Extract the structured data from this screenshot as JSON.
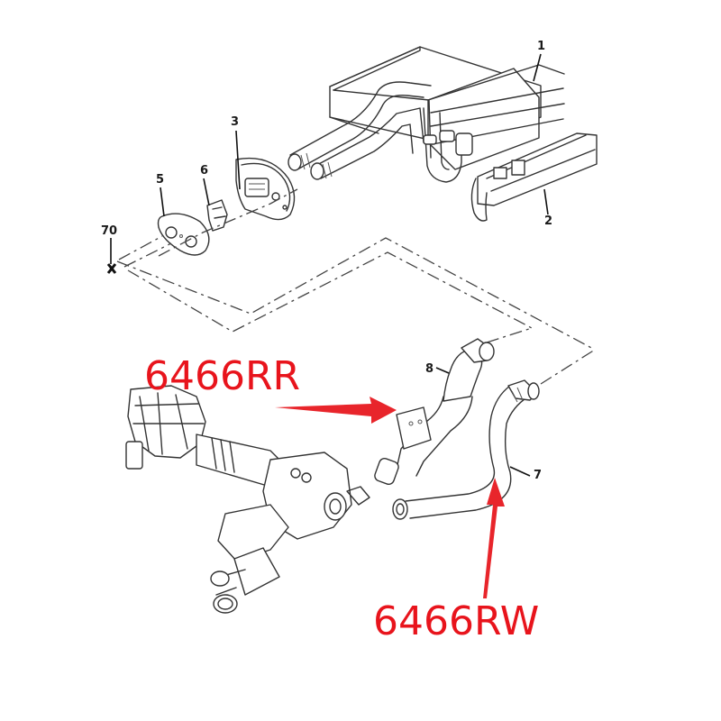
{
  "diagram": {
    "type": "exploded-parts-diagram",
    "subject": "Heater matrix and coolant hose assembly",
    "callouts": [
      {
        "id": "1",
        "label": "1",
        "part": "heater-matrix"
      },
      {
        "id": "2",
        "label": "2",
        "part": "heater-pipe-bracket"
      },
      {
        "id": "3",
        "label": "3",
        "part": "bulkhead-seal-plate"
      },
      {
        "id": "5",
        "label": "5",
        "part": "grommet-seal"
      },
      {
        "id": "6",
        "label": "6",
        "part": "pipe-clip"
      },
      {
        "id": "7",
        "label": "7",
        "part": "return-hose"
      },
      {
        "id": "8",
        "label": "8",
        "part": "feed-hose"
      },
      {
        "id": "70",
        "label": "70",
        "part": "fastener-reference"
      }
    ],
    "annotations": [
      {
        "id": "rr",
        "text": "6466RR",
        "points_to": "8",
        "color": "#e8141c",
        "arrow_direction": "right"
      },
      {
        "id": "rw",
        "text": "6466RW",
        "points_to": "7",
        "color": "#e8141c",
        "arrow_direction": "up"
      }
    ]
  }
}
